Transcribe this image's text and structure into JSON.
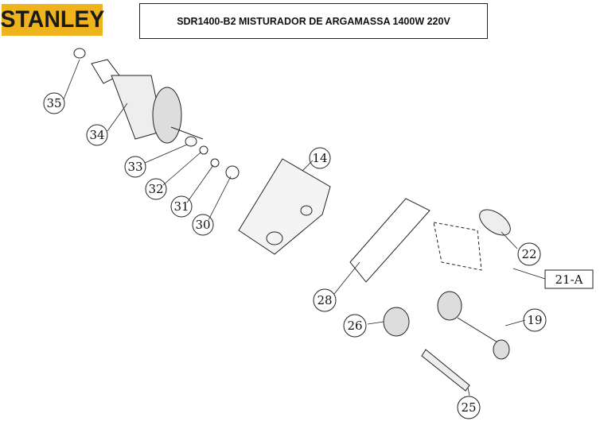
{
  "brand": "STANLEY",
  "title": "SDR1400-B2 MISTURADOR DE ARGAMASSA 1400W 220V",
  "callouts": [
    "35",
    "34",
    "33",
    "32",
    "31",
    "30",
    "14",
    "22",
    "21-A",
    "28",
    "19",
    "26",
    "25"
  ]
}
